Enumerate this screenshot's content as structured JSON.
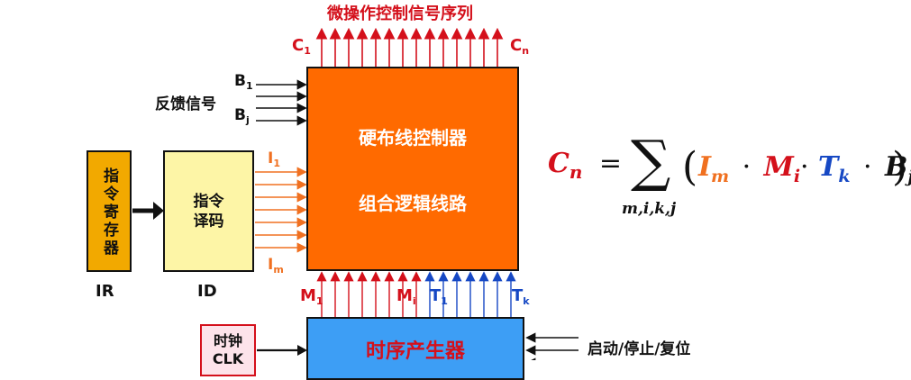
{
  "title": "微操作控制信号序列",
  "output_labels": {
    "first": "C",
    "first_sub": "1",
    "last": "C",
    "last_sub": "n"
  },
  "feedback": {
    "label": "反馈信号",
    "b1": "B",
    "b1_sub": "1",
    "bj": "B",
    "bj_sub": "j"
  },
  "ir": {
    "text": "指令寄存器",
    "caption": "IR"
  },
  "id": {
    "line1": "指令",
    "line2": "译码",
    "caption": "ID"
  },
  "id_outputs": {
    "first": "I",
    "first_sub": "1",
    "last": "I",
    "last_sub": "m"
  },
  "main_box": {
    "line1": "硬布线控制器",
    "line2": "组合逻辑线路"
  },
  "bottom_inputs": {
    "m1": "M",
    "m1_sub": "1",
    "mi": "M",
    "mi_sub": "i",
    "t1": "T",
    "t1_sub": "1",
    "tk": "T",
    "tk_sub": "k"
  },
  "timing_box": {
    "label": "时序产生器"
  },
  "clock_box": {
    "line1": "时钟",
    "line2": "CLK"
  },
  "control_inputs": {
    "label": "启动/停止/复位"
  },
  "formula": {
    "lhs": "C",
    "lhs_sub": "n",
    "sum_sub": "m,i,k,j",
    "im": "I",
    "im_sub": "m",
    "mi": "M",
    "mi_sub": "i",
    "tk": "T",
    "tk_sub": "k",
    "bj": "B",
    "bj_sub": "j"
  },
  "colors": {
    "red": "#d4101b",
    "orange": "#ff6a00",
    "blue": "#1648c4",
    "ir_fill": "#f2a900",
    "id_fill": "#fdf5a6",
    "timing_fill": "#3d9ef5"
  }
}
